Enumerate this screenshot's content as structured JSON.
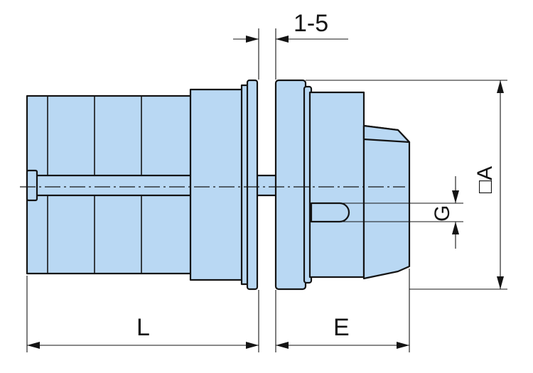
{
  "drawing": {
    "colors": {
      "body_fill": "#b9d8f3",
      "line": "#141414",
      "background": "#ffffff"
    },
    "dimensions": {
      "panel_thickness": "1-5",
      "length": "L",
      "extension": "E",
      "square": "□A",
      "gap": "G"
    }
  }
}
